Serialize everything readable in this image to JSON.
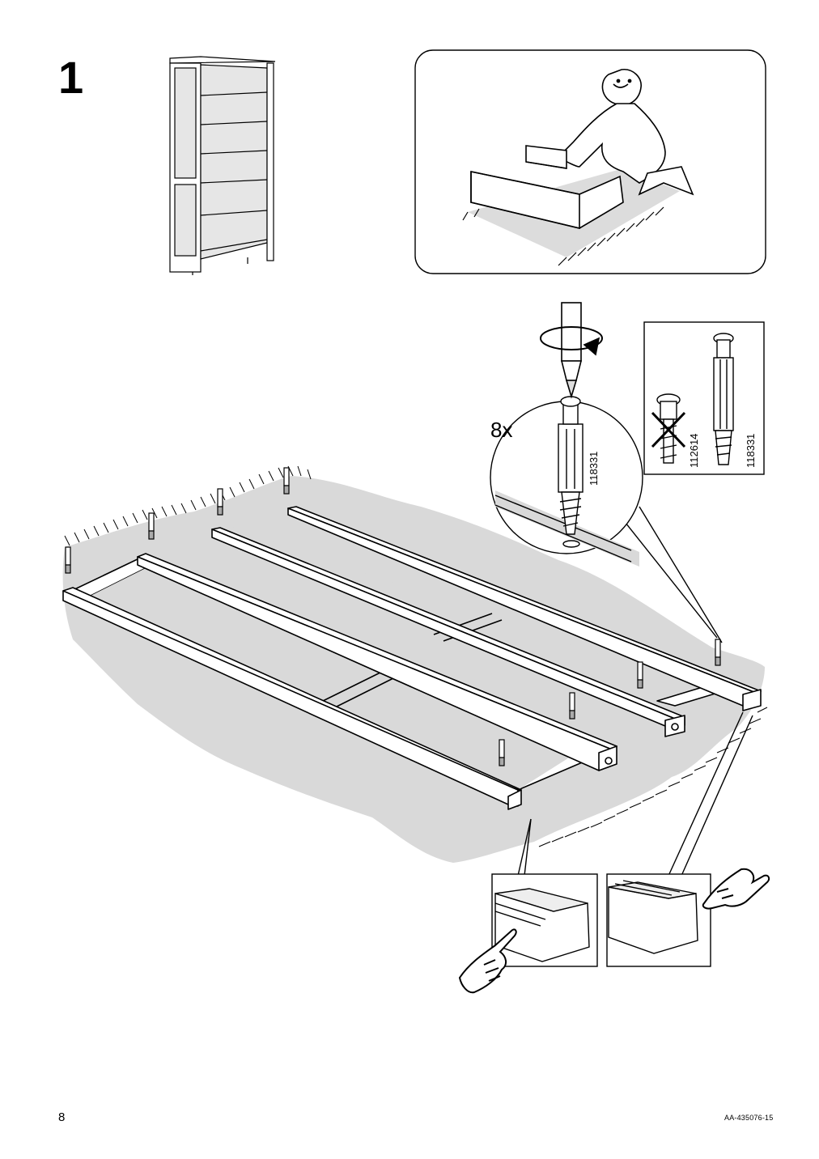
{
  "step": {
    "number": "1"
  },
  "quantity_label": "8x",
  "part_numbers": {
    "correct": "118331",
    "correct_detail": "118331",
    "wrong": "112614"
  },
  "footer": {
    "page_number": "8",
    "doc_code": "AA-435076-15"
  },
  "colors": {
    "floor": "#d9d9d9",
    "line": "#000000",
    "box_shade": "#eeeeee"
  },
  "icons": [
    "bookcase-icon",
    "assembly-person-icon",
    "screwdriver-icon",
    "cam-dowel-icon",
    "wrong-dowel-icon",
    "pointing-hand-icon"
  ]
}
